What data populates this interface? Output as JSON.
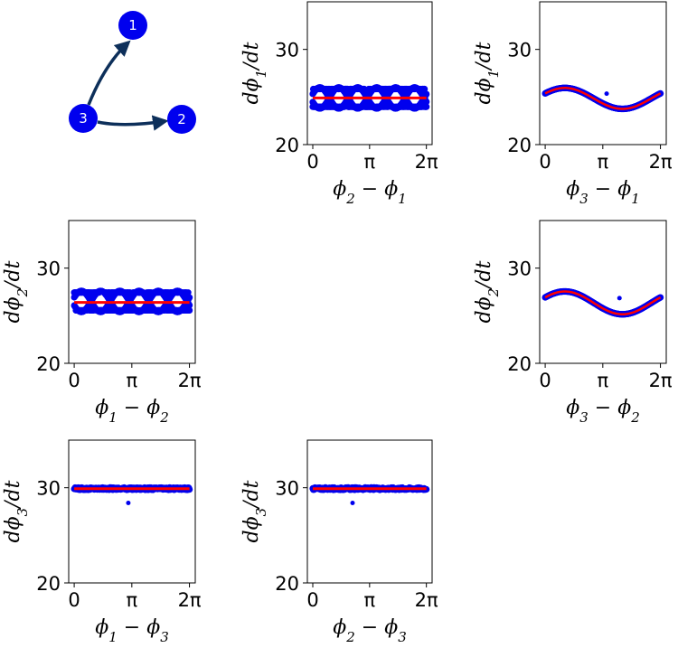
{
  "graph": {
    "nodes": [
      {
        "id": "1",
        "label": "1",
        "color": "#0000ee"
      },
      {
        "id": "2",
        "label": "2",
        "color": "#0000ee"
      },
      {
        "id": "3",
        "label": "3",
        "color": "#0000ee"
      }
    ],
    "edges": [
      {
        "from": "3",
        "to": "1",
        "color": "#0d2f5a"
      },
      {
        "from": "3",
        "to": "2",
        "color": "#0d2f5a"
      }
    ]
  },
  "colors": {
    "points": "#0000ee",
    "fit": "#ff0000",
    "frame": "#000000"
  },
  "chart_data": [
    {
      "id": "p12",
      "type": "scatter",
      "ylabel": "dϕ1/dt",
      "ylabel_main": "dϕ",
      "ylabel_sub": "1",
      "ylabel_tail": "/dt",
      "xlabel": "ϕ2 − ϕ1",
      "xlabel_a": "ϕ",
      "xlabel_a_sub": "2",
      "xlabel_b": "ϕ",
      "xlabel_b_sub": "1",
      "ylim": [
        20,
        35
      ],
      "yticks": [
        "20",
        "30"
      ],
      "ytick_values": [
        20,
        30
      ],
      "xticks": [
        "0",
        "π",
        "2π"
      ],
      "xlim": [
        -0.3,
        6.6
      ],
      "pattern": "band",
      "center": 24.9,
      "half_width": 1.1,
      "freq": 3,
      "fit": {
        "kind": "constant",
        "value": 24.9
      },
      "outliers": []
    },
    {
      "id": "p13",
      "type": "scatter",
      "ylabel": "dϕ1/dt",
      "ylabel_main": "dϕ",
      "ylabel_sub": "1",
      "ylabel_tail": "/dt",
      "xlabel": "ϕ3 − ϕ1",
      "xlabel_a": "ϕ",
      "xlabel_a_sub": "3",
      "xlabel_b": "ϕ",
      "xlabel_b_sub": "1",
      "ylim": [
        20,
        35
      ],
      "yticks": [
        "20",
        "30"
      ],
      "ytick_values": [
        20,
        30
      ],
      "xticks": [
        "0",
        "π",
        "2π"
      ],
      "xlim": [
        -0.3,
        6.6
      ],
      "pattern": "sine",
      "fit": {
        "kind": "sine",
        "offset": 24.85,
        "amp": 1.1,
        "phase": 0.5
      },
      "outliers": [
        {
          "x": 3.35,
          "y": 25.35
        }
      ]
    },
    {
      "id": "p21",
      "type": "scatter",
      "ylabel": "dϕ2/dt",
      "ylabel_main": "dϕ",
      "ylabel_sub": "2",
      "ylabel_tail": "/dt",
      "xlabel": "ϕ1 − ϕ2",
      "xlabel_a": "ϕ",
      "xlabel_a_sub": "1",
      "xlabel_b": "ϕ",
      "xlabel_b_sub": "2",
      "ylim": [
        20,
        35
      ],
      "yticks": [
        "20",
        "30"
      ],
      "ytick_values": [
        20,
        30
      ],
      "xticks": [
        "0",
        "π",
        "2π"
      ],
      "xlim": [
        -0.3,
        6.6
      ],
      "pattern": "band",
      "center": 26.5,
      "half_width": 1.1,
      "freq": 3,
      "fit": {
        "kind": "constant",
        "value": 26.4
      },
      "outliers": []
    },
    {
      "id": "p23",
      "type": "scatter",
      "ylabel": "dϕ2/dt",
      "ylabel_main": "dϕ",
      "ylabel_sub": "2",
      "ylabel_tail": "/dt",
      "xlabel": "ϕ3 − ϕ2",
      "xlabel_a": "ϕ",
      "xlabel_a_sub": "3",
      "xlabel_b": "ϕ",
      "xlabel_b_sub": "2",
      "ylim": [
        20,
        35
      ],
      "yticks": [
        "20",
        "30"
      ],
      "ytick_values": [
        20,
        30
      ],
      "xticks": [
        "0",
        "π",
        "2π"
      ],
      "xlim": [
        -0.3,
        6.6
      ],
      "pattern": "sine",
      "fit": {
        "kind": "sine",
        "offset": 26.35,
        "amp": 1.2,
        "phase": 0.5
      },
      "outliers": [
        {
          "x": 4.05,
          "y": 26.85
        }
      ]
    },
    {
      "id": "p31",
      "type": "scatter",
      "ylabel": "dϕ3/dt",
      "ylabel_main": "dϕ",
      "ylabel_sub": "3",
      "ylabel_tail": "/dt",
      "xlabel": "ϕ1 − ϕ3",
      "xlabel_a": "ϕ",
      "xlabel_a_sub": "1",
      "xlabel_b": "ϕ",
      "xlabel_b_sub": "3",
      "ylim": [
        20,
        35
      ],
      "yticks": [
        "20",
        "30"
      ],
      "ytick_values": [
        20,
        30
      ],
      "xticks": [
        "0",
        "π",
        "2π"
      ],
      "xlim": [
        -0.3,
        6.6
      ],
      "pattern": "flat",
      "center": 29.9,
      "fit": {
        "kind": "constant",
        "value": 29.9
      },
      "outliers": [
        {
          "x": 2.95,
          "y": 28.4
        }
      ]
    },
    {
      "id": "p32",
      "type": "scatter",
      "ylabel": "dϕ3/dt",
      "ylabel_main": "dϕ",
      "ylabel_sub": "3",
      "ylabel_tail": "/dt",
      "xlabel": "ϕ2 − ϕ3",
      "xlabel_a": "ϕ",
      "xlabel_a_sub": "2",
      "xlabel_b": "ϕ",
      "xlabel_b_sub": "3",
      "ylim": [
        20,
        35
      ],
      "yticks": [
        "20",
        "30"
      ],
      "ytick_values": [
        20,
        30
      ],
      "xticks": [
        "0",
        "π",
        "2π"
      ],
      "xlim": [
        -0.3,
        6.6
      ],
      "pattern": "flat",
      "center": 29.9,
      "fit": {
        "kind": "constant",
        "value": 29.9
      },
      "outliers": [
        {
          "x": 2.2,
          "y": 28.4
        }
      ]
    }
  ]
}
